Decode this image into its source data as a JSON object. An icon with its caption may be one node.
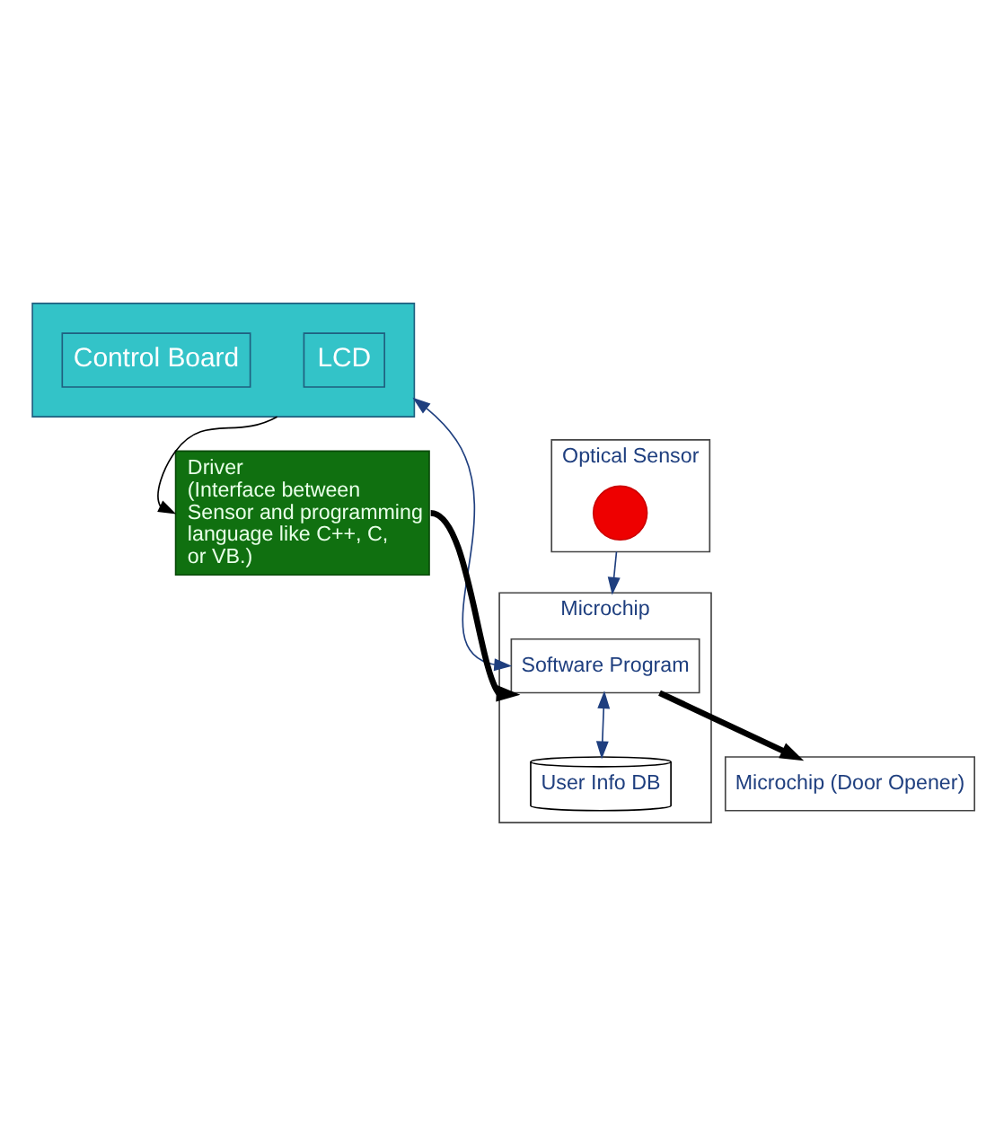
{
  "diagram": {
    "nodes": [
      {
        "text": [],
        "shape": "box"
      },
      {
        "text": [
          "LCD"
        ],
        "in": 0
      },
      {
        "text": [
          "Control Board"
        ],
        "in": 0
      },
      {
        "text": [
          "Optical Sensor"
        ]
      },
      {
        "text": [],
        "shape": "circle",
        "in": 3
      },
      {
        "text": [
          "Microchip"
        ]
      },
      {
        "text": [
          "Software Program"
        ],
        "in": 5
      },
      {
        "text": [
          "User Info DB"
        ],
        "in": 5
      },
      {
        "text": [
          "Driver",
          "(Interface between Sensor and programming language like C++, C, or VB.)"
        ]
      },
      {
        "text": [
          "Microchip (Door Opener)"
        ]
      }
    ],
    "edges": [
      {
        "from": 0,
        "to": 8,
        "arrow": "to"
      },
      {
        "from": 6,
        "to": 0,
        "arrow": "both",
        "color": "#1f3f7f"
      },
      {
        "from": 3,
        "to": 5,
        "arrow": "to",
        "color": "#1f3f7f"
      },
      {
        "from": 8,
        "to": 6,
        "arrow": "to",
        "style": "thick"
      },
      {
        "from": 6,
        "to": 7,
        "arrow": "both",
        "color": "#1f3f7f"
      },
      {
        "from": 6,
        "to": 9,
        "arrow": "to",
        "style": "thick"
      }
    ]
  }
}
